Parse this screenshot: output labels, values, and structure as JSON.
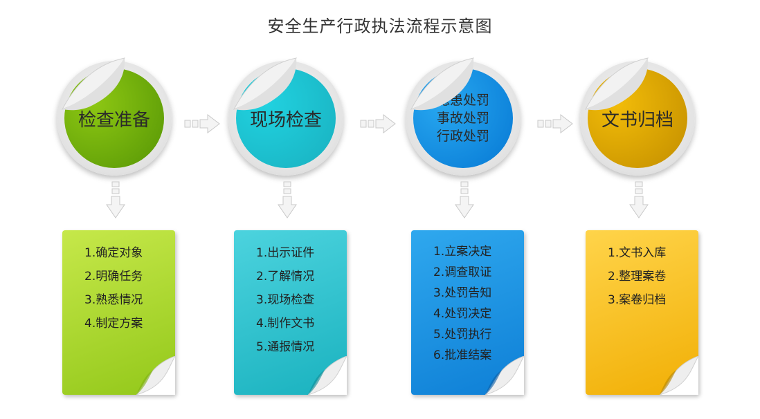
{
  "title": "安全生产行政执法流程示意图",
  "colors": {
    "green": [
      "#5e9d07",
      "#8dc713"
    ],
    "cyan": [
      "#1ab5c4",
      "#21d2e0"
    ],
    "blue": [
      "#0b7fd8",
      "#28a8f0"
    ],
    "gold": [
      "#c99400",
      "#f2bc09"
    ],
    "card_green": [
      "#c6e84a",
      "#93c81a"
    ],
    "card_cyan": [
      "#4cd3de",
      "#1ab2bf"
    ],
    "card_blue": [
      "#2fa8ee",
      "#0e7fd6"
    ],
    "card_gold": [
      "#ffd44a",
      "#f1af05"
    ]
  },
  "steps": [
    {
      "label": "检查准备",
      "items": [
        "1.确定对象",
        "2.明确任务",
        "3.熟悉情况",
        "4.制定方案"
      ]
    },
    {
      "label": "现场检查",
      "items": [
        "1.出示证件",
        "2.了解情况",
        "3.现场检查",
        "4.制作文书",
        "5.通报情况"
      ]
    },
    {
      "label_lines": [
        "隐患处罚",
        "事故处罚",
        "行政处罚"
      ],
      "items": [
        "1.立案决定",
        "2.调查取证",
        "3.处罚告知",
        "4.处罚决定",
        "5.处罚执行",
        "6.批准结案"
      ]
    },
    {
      "label": "文书归档",
      "items": [
        "1.文书入库",
        "2.整理案卷",
        "3.案卷归档"
      ]
    }
  ]
}
